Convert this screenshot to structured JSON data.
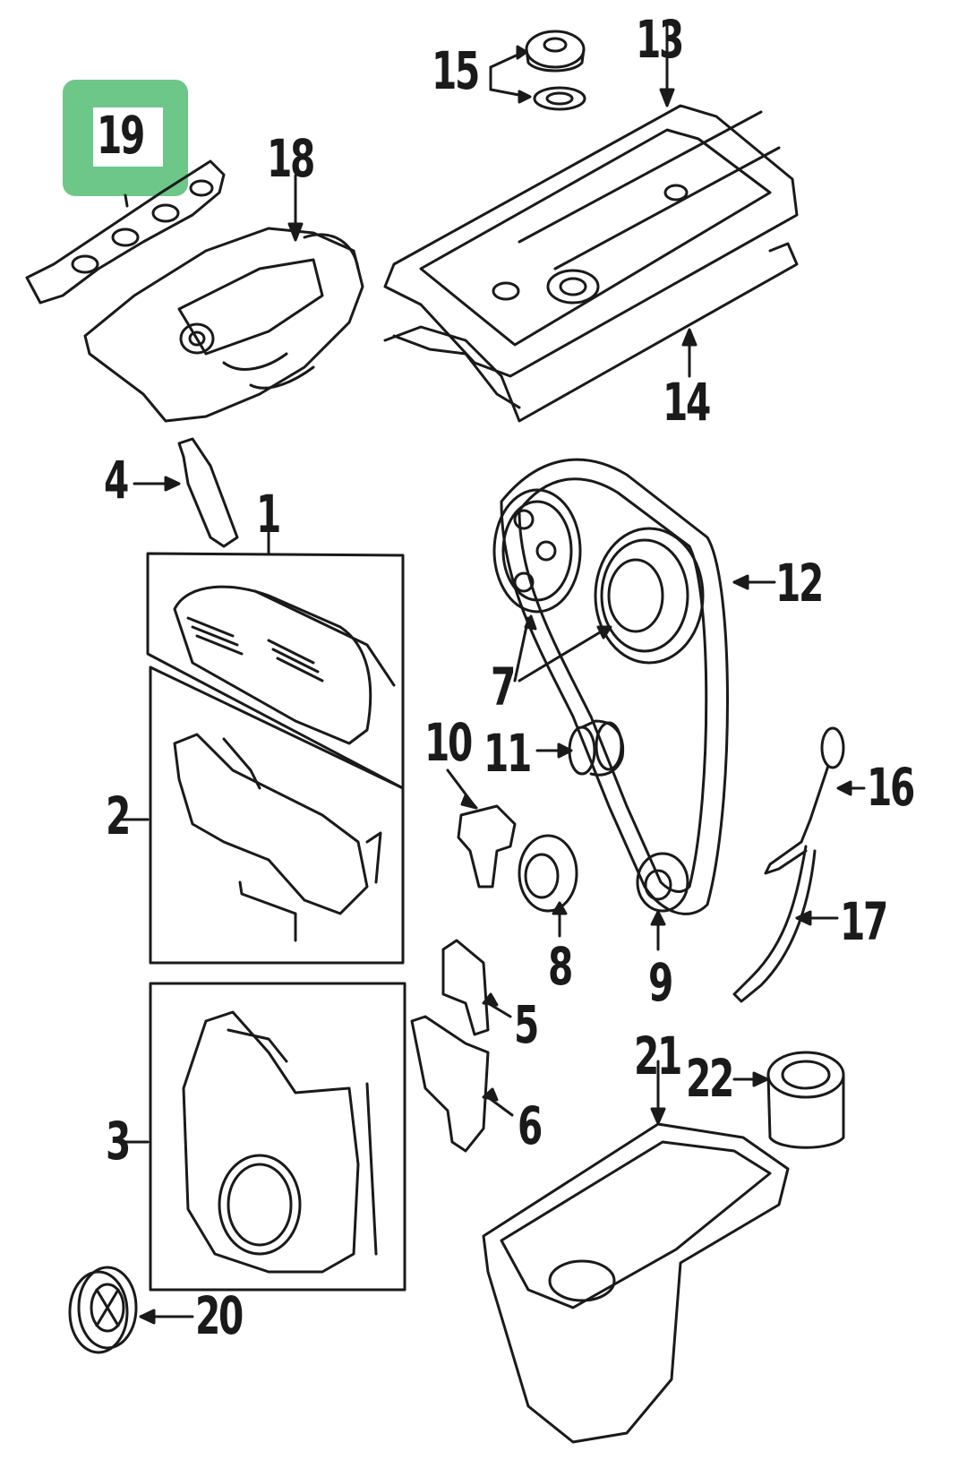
{
  "diagram": {
    "highlighted_part": "19",
    "highlight_color": "#6cc789",
    "line_color": "#1a1a1a",
    "labels": {
      "p1": "1",
      "p2": "2",
      "p3": "3",
      "p4": "4",
      "p5": "5",
      "p6": "6",
      "p7": "7",
      "p8": "8",
      "p9": "9",
      "p10": "10",
      "p11": "11",
      "p12": "12",
      "p13": "13",
      "p14": "14",
      "p15": "15",
      "p16": "16",
      "p17": "17",
      "p18": "18",
      "p19": "19",
      "p20": "20",
      "p21": "21",
      "p22": "22"
    }
  }
}
